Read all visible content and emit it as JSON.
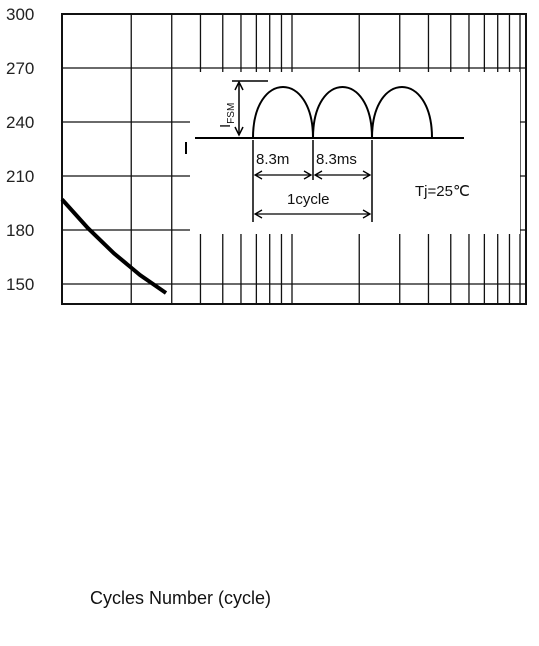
{
  "chart_data": {
    "type": "line",
    "xlabel": "Cycles Number (cycle)",
    "ylabel": "",
    "y_ticks": [
      "300",
      "270",
      "240",
      "210",
      "180",
      "150"
    ],
    "ylim_visible": [
      142,
      300
    ],
    "grid": true,
    "series": [
      {
        "values_y": [
          197,
          181,
          167,
          155,
          145
        ]
      }
    ],
    "inset": {
      "ifsm_main": "I",
      "ifsm_sub": "FSM",
      "half_cycle_1": "8.3m",
      "half_cycle_2": "8.3ms",
      "cycle_label": "1cycle",
      "temperature": "Tj=25℃"
    },
    "colors": {
      "curve": "#000000",
      "grid": "#111111",
      "tick": "#222222"
    }
  }
}
